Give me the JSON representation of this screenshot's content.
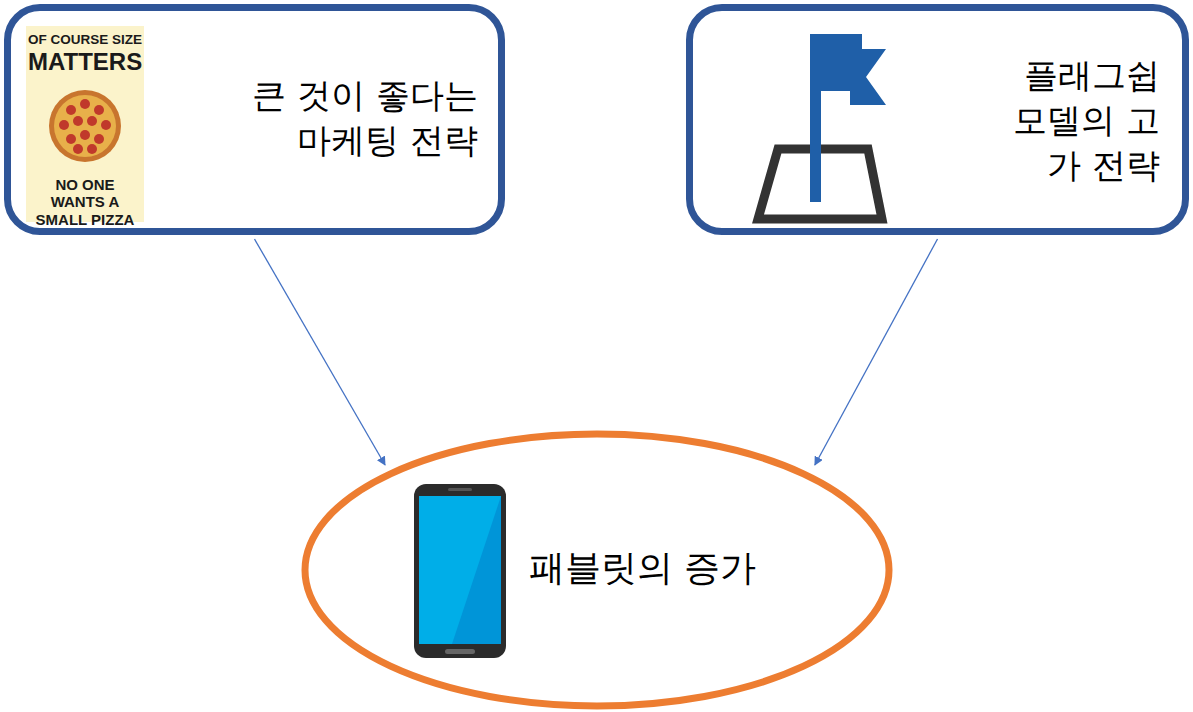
{
  "diagram": {
    "nodes": [
      {
        "text": [
          "OF COURSE SIZE",
          "MATTERS",
          "NO ONE WANTS A SMALL PIZZA",
          "큰 것이 좋다는 마케팅 전략"
        ]
      },
      {
        "text": [
          "플래그쉽 모델의 고가 전략"
        ]
      },
      {
        "text": [
          "패블릿의 증가"
        ]
      }
    ],
    "edges": [
      {
        "from": 0,
        "to": 2,
        "arrow": "to"
      },
      {
        "from": 1,
        "to": 2,
        "arrow": "to"
      }
    ]
  }
}
